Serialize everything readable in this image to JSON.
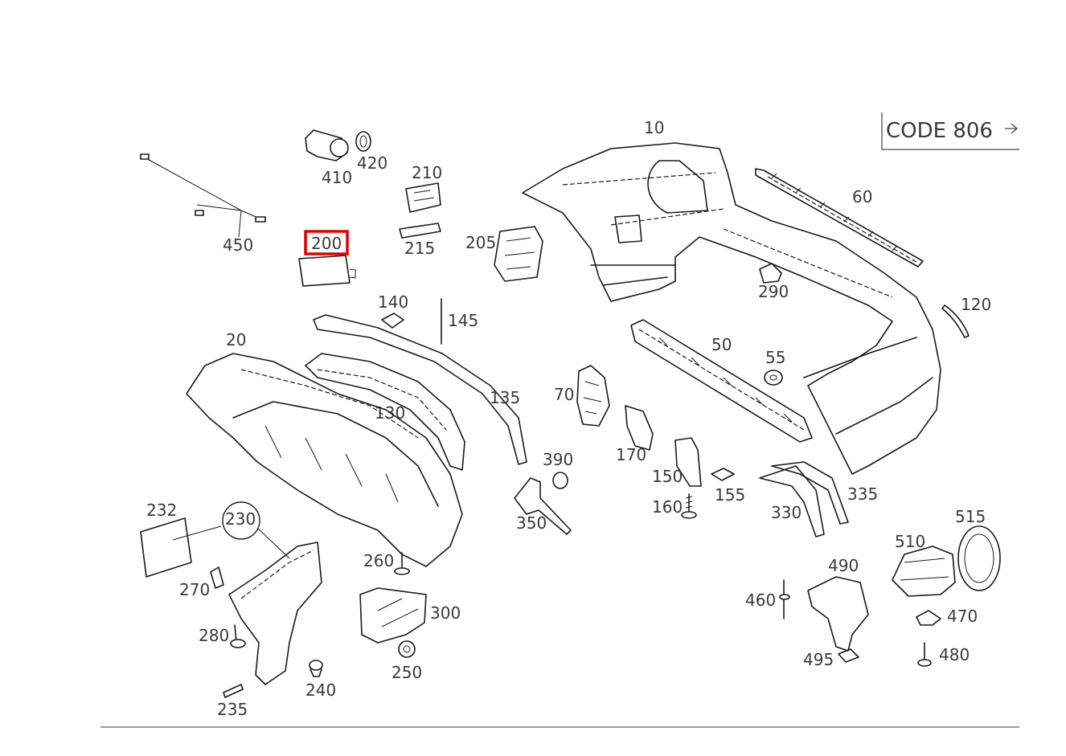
{
  "code_ref": {
    "label": "CODE 806",
    "arrow_icon": "arrow-right-icon"
  },
  "highlight_color": "#e00000",
  "highlighted_part": "200",
  "parts": {
    "p10": "10",
    "p20": "20",
    "p50": "50",
    "p55": "55",
    "p60": "60",
    "p70": "70",
    "p120": "120",
    "p130": "130",
    "p135": "135",
    "p140": "140",
    "p145": "145",
    "p150": "150",
    "p155": "155",
    "p160": "160",
    "p170": "170",
    "p200": "200",
    "p205": "205",
    "p210": "210",
    "p215": "215",
    "p230": "230",
    "p232": "232",
    "p235": "235",
    "p240": "240",
    "p250": "250",
    "p260": "260",
    "p270": "270",
    "p280": "280",
    "p290": "290",
    "p300": "300",
    "p330": "330",
    "p335": "335",
    "p350": "350",
    "p390": "390",
    "p410": "410",
    "p420": "420",
    "p450": "450",
    "p460": "460",
    "p470": "470",
    "p480": "480",
    "p490": "490",
    "p495": "495",
    "p510": "510",
    "p515": "515"
  }
}
